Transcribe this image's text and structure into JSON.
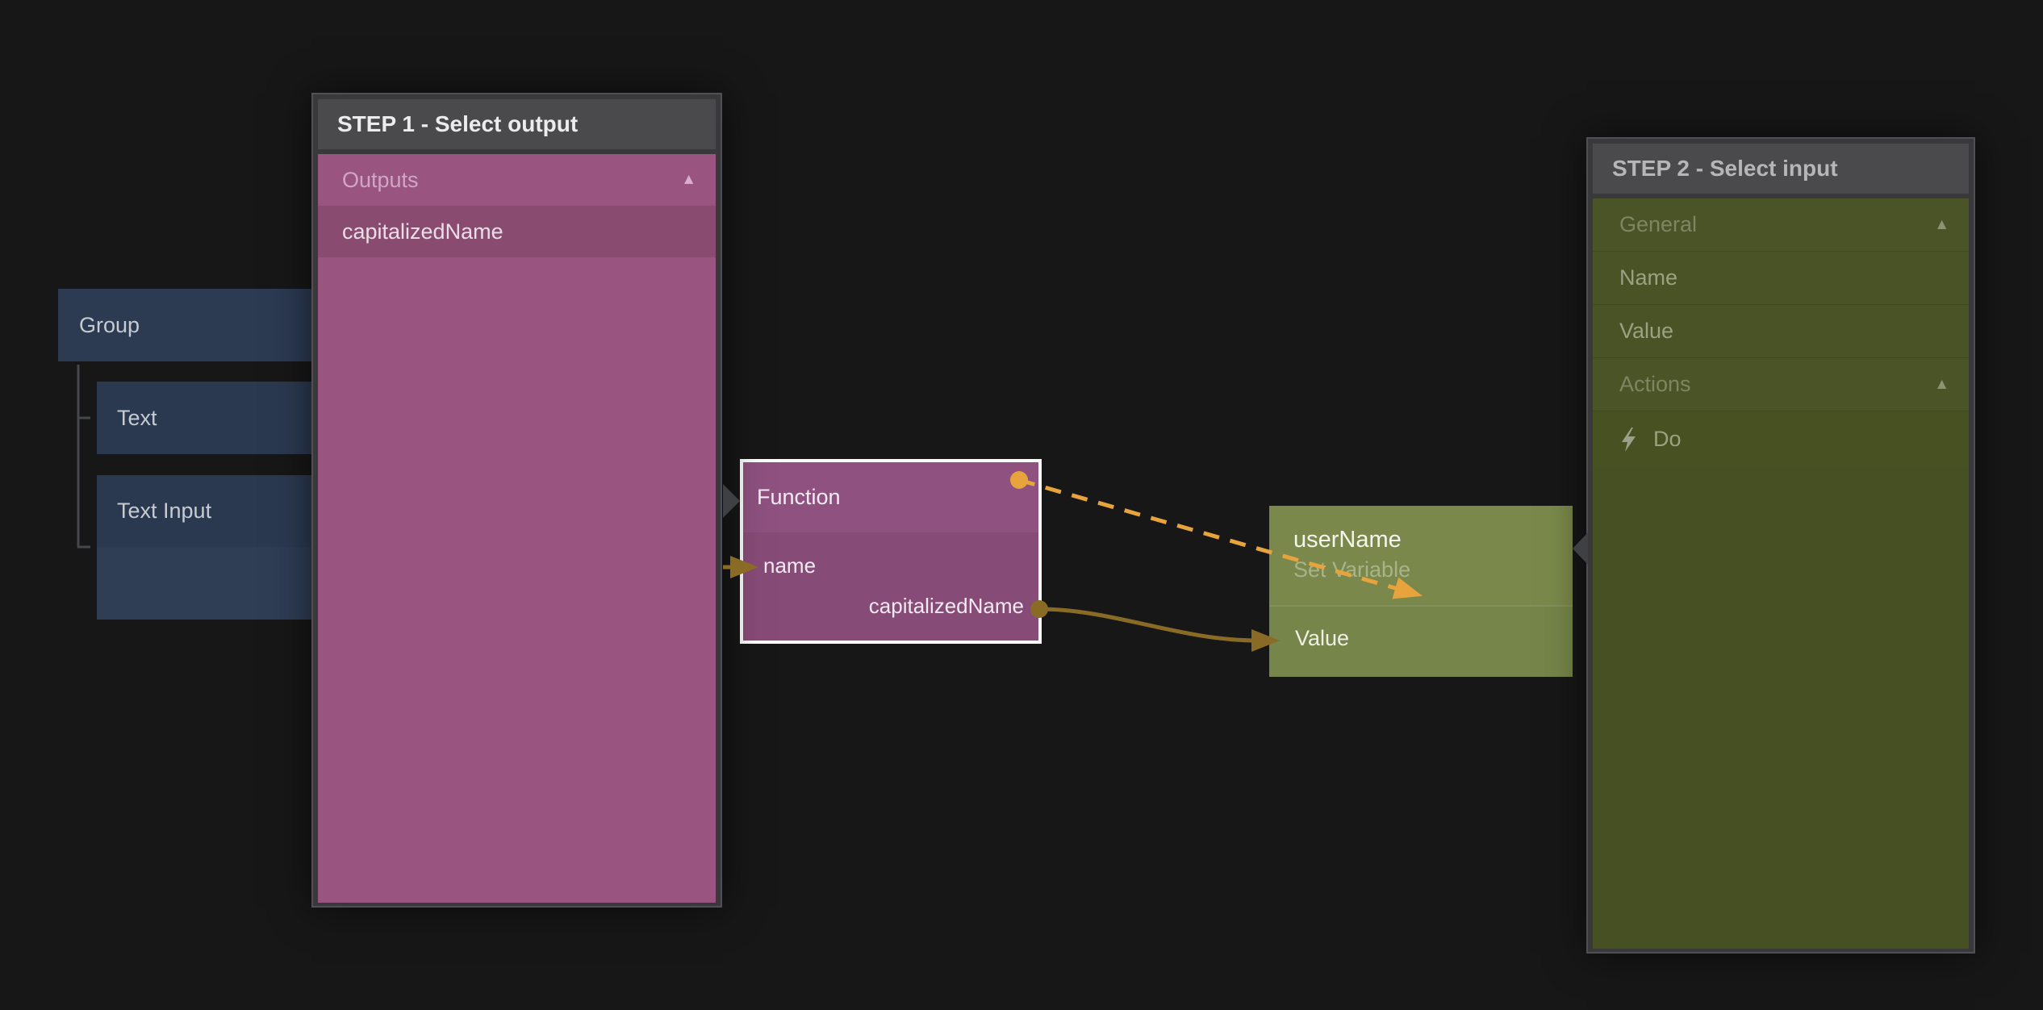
{
  "colors": {
    "background": "#171717",
    "panel_frame": "#39393b",
    "panel_header": "#4a4a4c",
    "step1_body_pink": "#9a5480",
    "step1_selected_row": "#8a4b71",
    "function_node_header": "#8e5180",
    "function_node_body": "#874b77",
    "function_node_border": "#fcfcfc",
    "variable_node_green": "#7a894b",
    "step2_body_olive": "#465023",
    "tree_node_navy": "#2b3950",
    "connection_orange": "#e7a33c",
    "connection_gold": "#8a6b26",
    "dock_triangle_gray": "#3f4043"
  },
  "step1_panel": {
    "title": "STEP 1 - Select output",
    "section": {
      "label": "Outputs",
      "collapse_icon": "▲"
    },
    "item": {
      "label": "capitalizedName"
    }
  },
  "step2_panel": {
    "title": "STEP 2 - Select input",
    "rows": [
      {
        "type": "section",
        "label": "General",
        "collapse_icon": "▲"
      },
      {
        "type": "item",
        "label": "Name"
      },
      {
        "type": "item",
        "label": "Value"
      },
      {
        "type": "section",
        "label": "Actions",
        "collapse_icon": "▲"
      },
      {
        "type": "item",
        "label": "Do",
        "icon": "lightning-icon"
      }
    ]
  },
  "component_tree": {
    "group_node": {
      "label": "Group"
    },
    "children": [
      {
        "label": "Text"
      },
      {
        "label": "Text Input"
      }
    ]
  },
  "function_node": {
    "title": "Function",
    "input": {
      "label": "name"
    },
    "output": {
      "label": "capitalizedName"
    }
  },
  "variable_node": {
    "title": "userName",
    "subtitle": "Set Variable",
    "input": {
      "label": "Value"
    }
  }
}
